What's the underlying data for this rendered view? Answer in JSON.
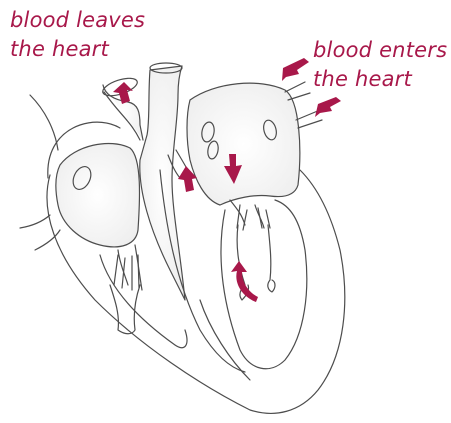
{
  "colors": {
    "accent": "#a8184a",
    "outline": "#4d4d4d",
    "background": "#ffffff"
  },
  "labels": {
    "blood_leaves": {
      "line1": "blood leaves",
      "line2": "the heart"
    },
    "blood_enters": {
      "line1": "blood enters",
      "line2": "the heart"
    }
  },
  "arrows": [
    {
      "name": "arrow-aorta-out",
      "meaning": "blood leaves the heart"
    },
    {
      "name": "arrow-vein-in-upper",
      "meaning": "blood enters the heart"
    },
    {
      "name": "arrow-vein-in-lower",
      "meaning": "blood enters the heart"
    },
    {
      "name": "arrow-atrium-down",
      "meaning": "blood flows down"
    },
    {
      "name": "arrow-ventricle-up",
      "meaning": "blood flows up"
    },
    {
      "name": "arrow-curved-up",
      "meaning": "blood flows up"
    }
  ]
}
